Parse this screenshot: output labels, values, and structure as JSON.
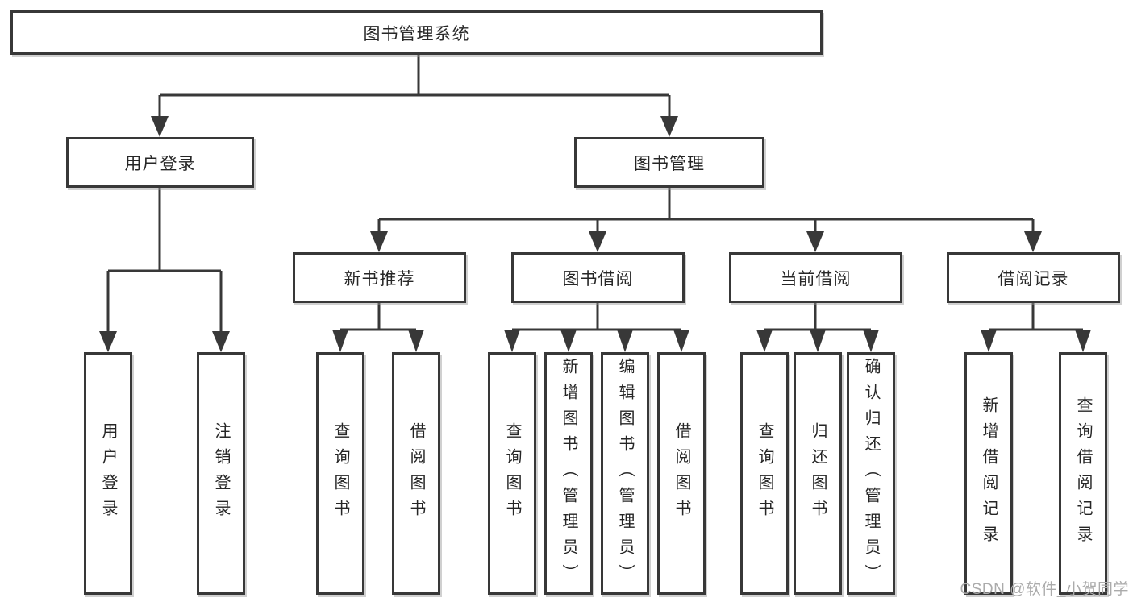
{
  "diagram": {
    "tree": {
      "label": "图书管理系统",
      "children": [
        {
          "label": "用户登录",
          "children": [
            {
              "label": "用户登录"
            },
            {
              "label": "注销登录"
            }
          ]
        },
        {
          "label": "图书管理",
          "children": [
            {
              "label": "新书推荐",
              "children": [
                {
                  "label": "查询图书"
                },
                {
                  "label": "借阅图书"
                }
              ]
            },
            {
              "label": "图书借阅",
              "children": [
                {
                  "label": "查询图书"
                },
                {
                  "label": "新增图书（管理员）"
                },
                {
                  "label": "编辑图书（管理员）"
                },
                {
                  "label": "借阅图书"
                }
              ]
            },
            {
              "label": "当前借阅",
              "children": [
                {
                  "label": "查询图书"
                },
                {
                  "label": "归还图书"
                },
                {
                  "label": "确认归还（管理员）"
                }
              ]
            },
            {
              "label": "借阅记录",
              "children": [
                {
                  "label": "新增借阅记录"
                },
                {
                  "label": "查询借阅记录"
                }
              ]
            }
          ]
        }
      ]
    }
  },
  "watermark": {
    "text": "CSDN @软件_小贺同学"
  },
  "colors": {
    "line": "#383838",
    "box_border": "#383838",
    "box_fill": "#ffffff",
    "text": "#262626",
    "watermark": "#ababab"
  }
}
